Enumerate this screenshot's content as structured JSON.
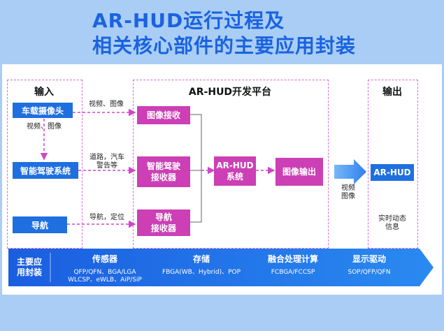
{
  "title": {
    "line1": "AR-HUD运行过程及",
    "line2": "相关核心部件的主要应用封装"
  },
  "input": {
    "header": "输入",
    "items": [
      "车载摄像头",
      "智能驾驶系统",
      "导航"
    ],
    "sub_label": "视频、图像"
  },
  "platform": {
    "header": "AR-HUD开发平台",
    "receivers": [
      {
        "line1": "图像接收",
        "line2": ""
      },
      {
        "line1": "智能驾驶",
        "line2": "接收器"
      },
      {
        "line1": "导航",
        "line2": "接收器"
      }
    ],
    "system": {
      "line1": "AR-HUD",
      "line2": "系统"
    },
    "output_box": "图像输出"
  },
  "edge_labels": {
    "camera": "视频、图像",
    "driving_line1": "道路，汽车",
    "driving_line2": "警告等",
    "nav": "导航，定位"
  },
  "output": {
    "header": "输出",
    "box": "AR-HUD",
    "arrow_label_line1": "视频",
    "arrow_label_line2": "图像",
    "note_line1": "实时动态",
    "note_line2": "信息"
  },
  "band": {
    "label_line1": "主要应",
    "label_line2": "用封装",
    "columns": [
      {
        "title": "传感器",
        "line1": "QFP/QFN、BGA/LGA",
        "line2": "WLCSP、eWLB、AiP/SiP"
      },
      {
        "title": "存储",
        "line1": "FBGA(WB、Hybrid)、POP",
        "line2": ""
      },
      {
        "title": "融合处理计算",
        "line1": "FCBGA/FCCSP",
        "line2": ""
      },
      {
        "title": "显示驱动",
        "line1": "SOP/QFP/QFN",
        "line2": ""
      }
    ]
  },
  "colors": {
    "blue": "#1f6fe0",
    "magenta": "#cc3fb5",
    "dash": "#d46bd8",
    "title": "#1a63e0"
  }
}
